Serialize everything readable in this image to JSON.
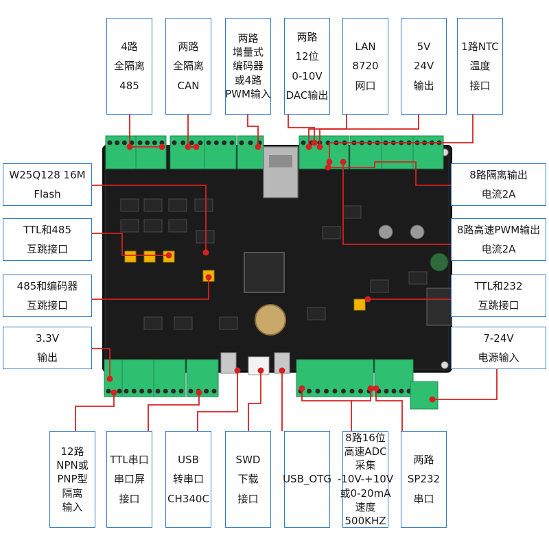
{
  "top_labels": [
    {
      "id": "rs485",
      "lines": [
        "4路",
        "全隔离",
        "485"
      ]
    },
    {
      "id": "can",
      "lines": [
        "两路",
        "全隔离",
        "CAN"
      ]
    },
    {
      "id": "encoder",
      "lines": [
        "两路",
        "增量式",
        "编码器",
        "或4路",
        "PWM输入"
      ]
    },
    {
      "id": "dac",
      "lines": [
        "两路",
        "12位",
        "0-10V",
        "DAC输出"
      ]
    },
    {
      "id": "lan",
      "lines": [
        "LAN",
        "8720",
        "网口"
      ]
    },
    {
      "id": "power-out",
      "lines": [
        "5V",
        "24V",
        "输出"
      ]
    },
    {
      "id": "ntc",
      "lines": [
        "1路NTC",
        "温度",
        "接口"
      ]
    }
  ],
  "left_labels": [
    {
      "id": "flash",
      "lines": [
        "W25Q128 16M",
        "Flash"
      ]
    },
    {
      "id": "ttl-485-jumper",
      "lines": [
        "TTL和485",
        "互跳接口"
      ]
    },
    {
      "id": "485-encoder-jumper",
      "lines": [
        "485和编码器",
        "互跳接口"
      ]
    },
    {
      "id": "3v3-out",
      "lines": [
        "3.3V",
        "输出"
      ]
    }
  ],
  "right_labels": [
    {
      "id": "iso-out",
      "lines": [
        "8路隔离输出",
        "电流2A"
      ]
    },
    {
      "id": "pwm-out",
      "lines": [
        "8路高速PWM输出",
        "电流2A"
      ]
    },
    {
      "id": "ttl-232-jumper",
      "lines": [
        "TTL和232",
        "互跳接口"
      ]
    },
    {
      "id": "power-in",
      "lines": [
        "7-24V",
        "电源输入"
      ]
    }
  ],
  "bottom_labels": [
    {
      "id": "npn-pnp-in",
      "lines": [
        "12路",
        "NPN或",
        "PNP型",
        "隔离",
        "输入"
      ]
    },
    {
      "id": "ttl-uart",
      "lines": [
        "TTL串口",
        "串口屏",
        "接口"
      ]
    },
    {
      "id": "usb-uart",
      "lines": [
        "USB",
        "转串口",
        "CH340C"
      ]
    },
    {
      "id": "swd",
      "lines": [
        "SWD",
        "下载",
        "接口"
      ]
    },
    {
      "id": "usb-otg",
      "lines": [
        "USB_OTG"
      ]
    },
    {
      "id": "adc",
      "lines": [
        "8路16位",
        "高速ADC",
        "采集",
        "-10V-+10V",
        "或0-20mA",
        "速度",
        "500KHZ"
      ]
    },
    {
      "id": "sp232",
      "lines": [
        "两路",
        "SP232",
        "串口"
      ]
    }
  ],
  "colors": {
    "box_border": "#2e7bc4",
    "leader": "#d62020",
    "pcb": "#1b1b1b",
    "terminal": "#2fbf71",
    "jumper": "#f2b400"
  }
}
